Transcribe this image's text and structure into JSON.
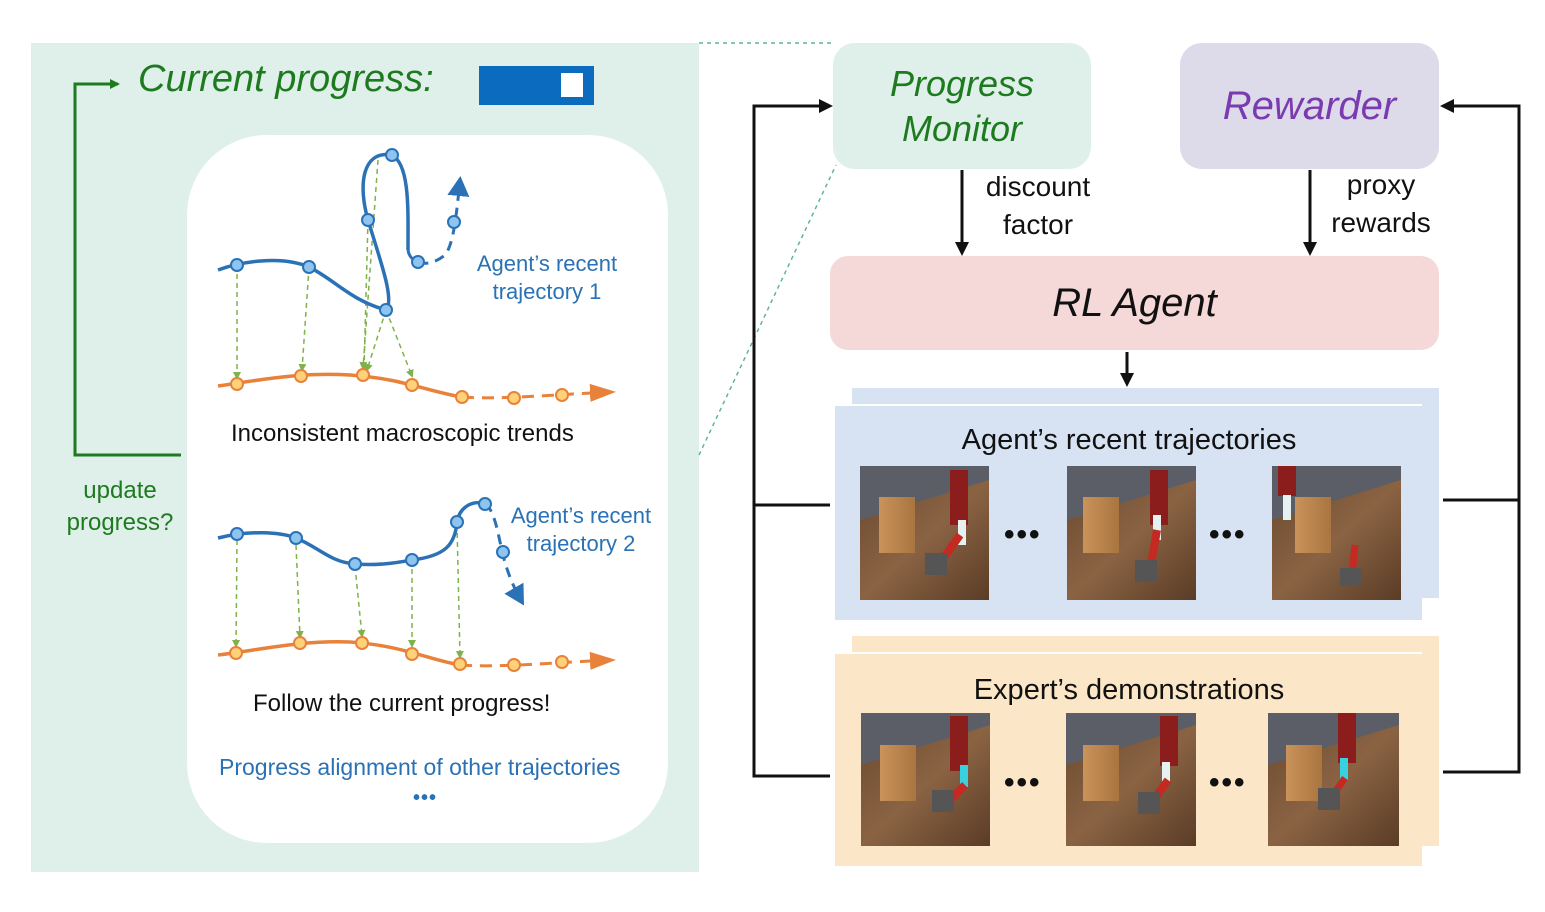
{
  "left_panel": {
    "title": "Current progress:",
    "update_label": "update progress?",
    "trajectory1_label": "Agent’s recent trajectory 1",
    "caption1": "Inconsistent macroscopic trends",
    "trajectory2_label": "Agent’s recent trajectory 2",
    "caption2": "Follow the current progress!",
    "alignment_caption": "Progress alignment of other trajectories",
    "ellipsis": "•••"
  },
  "right_panel": {
    "progress_monitor": "Progress Monitor",
    "rewarder": "Rewarder",
    "discount_label": "discount factor",
    "proxy_label": "proxy rewards",
    "rl_agent": "RL Agent",
    "agent_trajectories_title": "Agent’s recent trajectories",
    "expert_demos_title": "Expert’s demonstrations",
    "ellipsis": "•••"
  },
  "colors": {
    "left_bg": "#dff0eb",
    "green": "#1e7a1e",
    "blue_trajectory": "#2a72b5",
    "orange_reference": "#e8823a",
    "progress_monitor_bg": "#dff0eb",
    "rewarder_bg": "#dddaea",
    "rewarder_text": "#7a3bb0",
    "rl_agent_bg": "#f5d8d8",
    "agent_panel_bg": "#d7e2f3",
    "expert_panel_bg": "#fbe6c7"
  }
}
